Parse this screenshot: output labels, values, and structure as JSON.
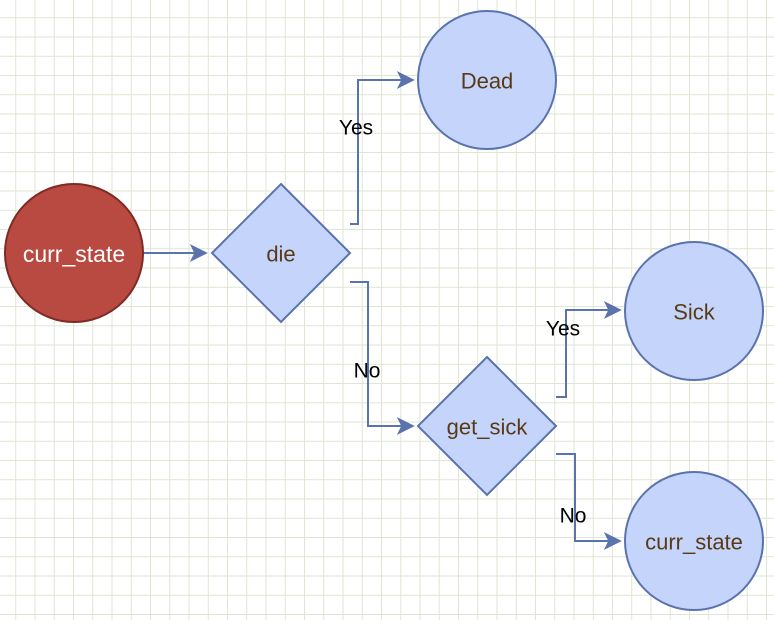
{
  "colors": {
    "start_fill": "#b94a42",
    "start_stroke": "#7f2a24",
    "node_fill": "#c4d4fb",
    "node_stroke": "#5b73ad",
    "node_text": "#5a3a16",
    "start_text": "#ffffff",
    "edge": "#5b73ad"
  },
  "nodes": {
    "start": "curr_state",
    "die": "die",
    "dead": "Dead",
    "get_sick": "get_sick",
    "sick": "Sick",
    "end_state": "curr_state"
  },
  "edges": {
    "die_yes": "Yes",
    "die_no": "No",
    "sick_yes": "Yes",
    "sick_no": "No"
  }
}
